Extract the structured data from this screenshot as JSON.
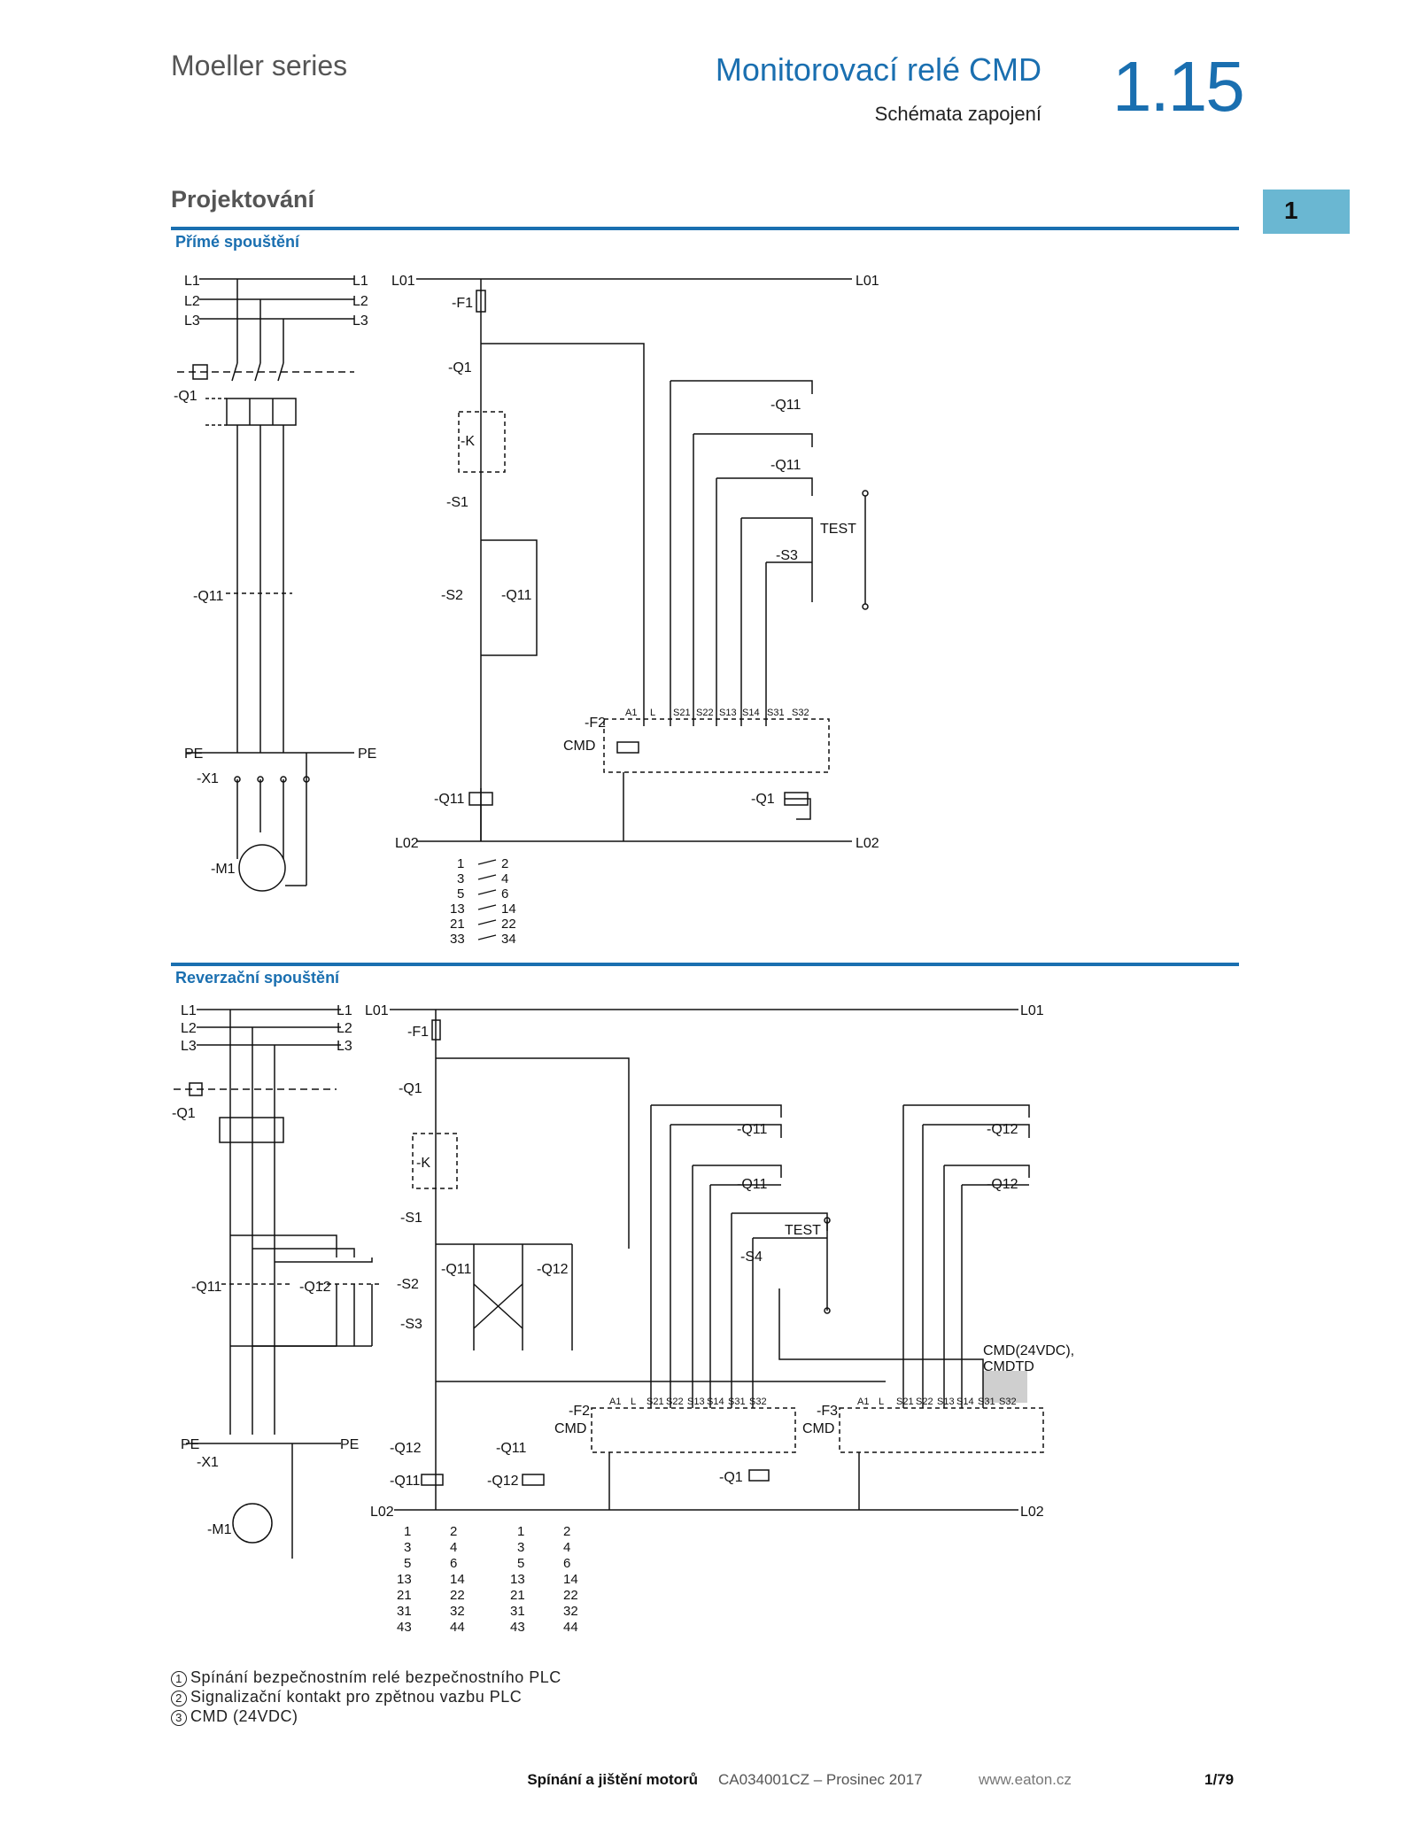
{
  "header": {
    "series": "Moeller series",
    "title": "Monitorovací relé CMD",
    "subtitle": "Schémata zapojení",
    "chapter": "1.15"
  },
  "section": {
    "title": "Projektování",
    "tab": "1"
  },
  "diagrams": {
    "direct": {
      "title": "Přímé spouštění",
      "lines": {
        "l1": "L1",
        "l2": "L2",
        "l3": "L3",
        "l01": "L01",
        "l02": "L02",
        "pe": "PE"
      },
      "devices": {
        "q1": "-Q1",
        "q11": "-Q11",
        "x1": "-X1",
        "m1": "-M1",
        "f1": "-F1",
        "f2": "-F2",
        "cmd": "CMD",
        "k": "-K",
        "s1": "-S1",
        "s2": "-S2",
        "s3": "-S3",
        "test": "TEST"
      },
      "terminals": [
        "A1",
        "L",
        "S21",
        "S22",
        "S13",
        "S14",
        "S31",
        "S32"
      ],
      "contacts": [
        {
          "a": "1",
          "b": "2"
        },
        {
          "a": "3",
          "b": "4"
        },
        {
          "a": "5",
          "b": "6"
        },
        {
          "a": "13",
          "b": "14"
        },
        {
          "a": "21",
          "b": "22"
        },
        {
          "a": "33",
          "b": "34"
        }
      ]
    },
    "reversing": {
      "title": "Reverzační spouštění",
      "devices": {
        "q1": "-Q1",
        "q11": "-Q11",
        "q12": "-Q12",
        "x1": "-X1",
        "m1": "-M1",
        "f1": "-F1",
        "f2": "-F2",
        "f3": "-F3",
        "cmd": "CMD",
        "k": "-K",
        "s1": "-S1",
        "s2": "-S2",
        "s3": "-S3",
        "s4": "-S4",
        "test": "TEST",
        "cmd_variant": "CMD(24VDC),",
        "cmd_variant2": "CMDTD"
      },
      "terminals_f2": [
        "A1",
        "L",
        "S21",
        "S22",
        "S13",
        "S14",
        "S31",
        "S32"
      ],
      "terminals_f3": [
        "A1",
        "L",
        "S21",
        "S22",
        "S13",
        "S14",
        "S31",
        "S32"
      ],
      "contacts": [
        {
          "a": "1",
          "b": "2"
        },
        {
          "a": "3",
          "b": "4"
        },
        {
          "a": "5",
          "b": "6"
        },
        {
          "a": "13",
          "b": "14"
        },
        {
          "a": "21",
          "b": "22"
        },
        {
          "a": "31",
          "b": "32"
        },
        {
          "a": "43",
          "b": "44"
        }
      ]
    }
  },
  "notes": [
    {
      "num": "1",
      "text": "Spínání bezpečnostním relé bezpečnostního PLC"
    },
    {
      "num": "2",
      "text": "Signalizační kontakt pro zpětnou vazbu PLC"
    },
    {
      "num": "3",
      "text": "CMD (24VDC)"
    }
  ],
  "footer": {
    "label": "Spínání a jištění motorů",
    "doc": "CA034001CZ – Prosinec 2017",
    "web": "www.eaton.cz",
    "page": "1/79"
  }
}
